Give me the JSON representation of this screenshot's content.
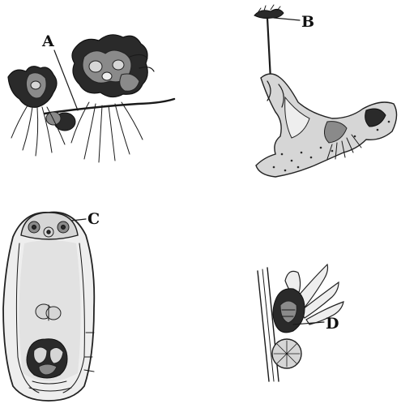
{
  "figure": {
    "panels": [
      {
        "id": "A",
        "label": "A",
        "icon": "marchantia-gemmae-plant-icon"
      },
      {
        "id": "B",
        "label": "B",
        "icon": "fern-prothallus-with-sporophyte-icon"
      },
      {
        "id": "C",
        "label": "C",
        "icon": "embryo-sac-egg-apparatus-icon"
      },
      {
        "id": "D",
        "label": "D",
        "icon": "moss-antheridium-archegonium-icon"
      }
    ]
  }
}
